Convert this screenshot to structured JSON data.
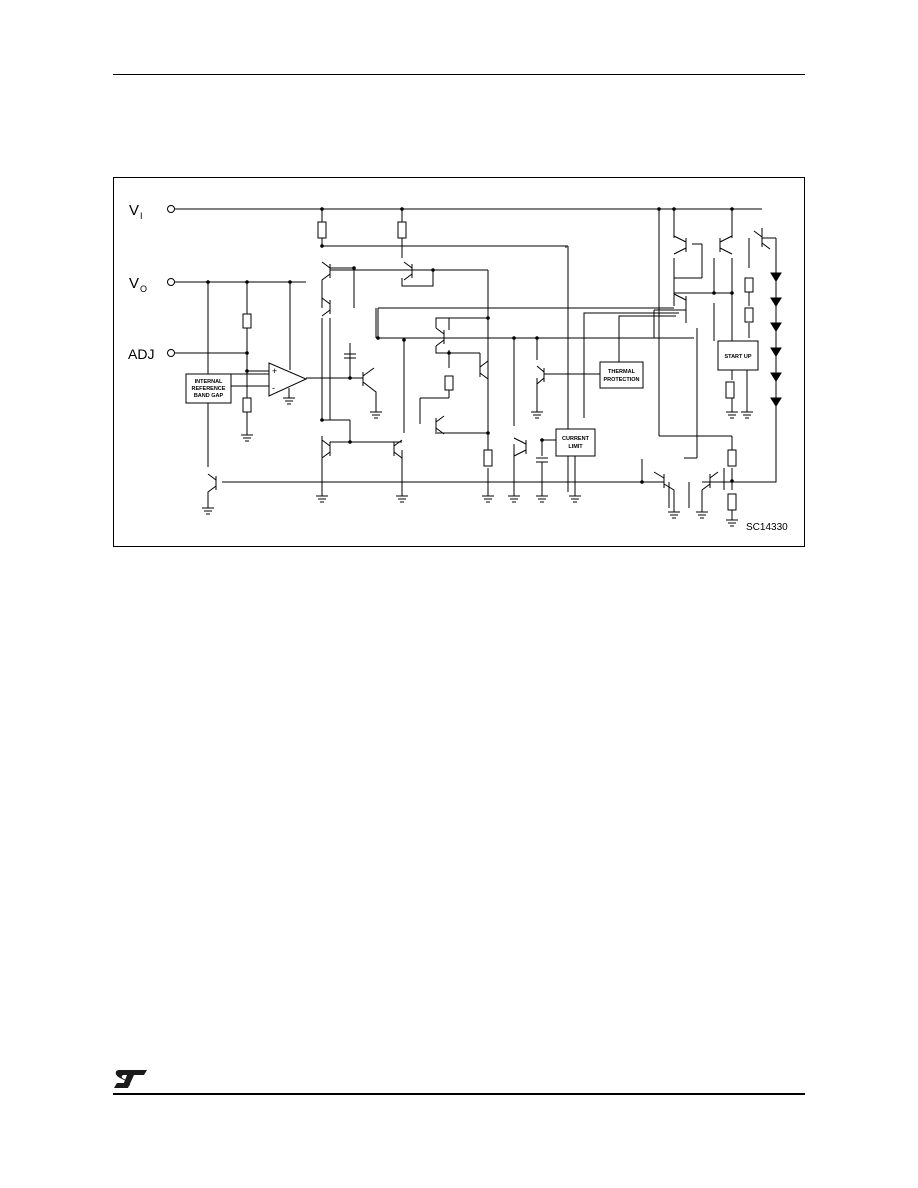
{
  "pins": {
    "vi": "V",
    "vi_sub": "I",
    "vo": "V",
    "vo_sub": "O",
    "adj": "ADJ"
  },
  "blocks": {
    "reference": [
      "INTERNAL",
      "REFERENCE",
      "BAND GAP"
    ],
    "thermal": [
      "THERMAL",
      "PROTECTION"
    ],
    "current_limit": [
      "CURRENT",
      "LIMIT"
    ],
    "startup": "START UP"
  },
  "opamp": {
    "plus": "+",
    "minus": "-"
  },
  "figure_code": "SC14330",
  "colors": {
    "ink": "#000000",
    "background": "#ffffff",
    "logo": "#1a1a1a"
  },
  "icons": {
    "logo": "st-logo-icon"
  }
}
